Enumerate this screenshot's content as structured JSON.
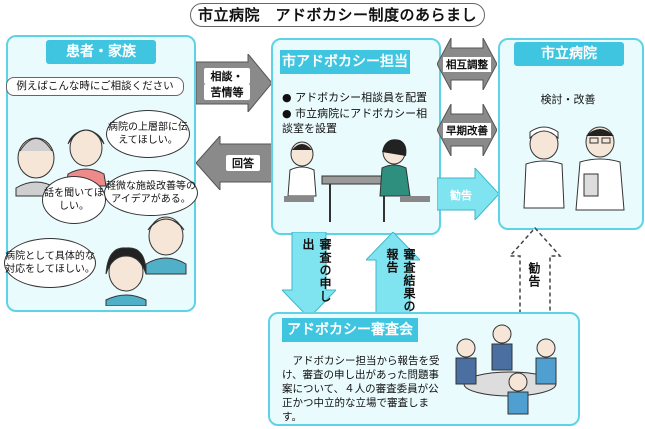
{
  "title": "市立病院　アドボカシー制度のあらまし",
  "patients": {
    "header": "患者・家族",
    "subheader": "例えばこんな時にご相談ください",
    "bubbles": [
      "病院の上層部に伝えてほしい。",
      "話を聞いてほしい。",
      "軽微な施設改善等のアイデアがある。",
      "病院として具体的な対応をしてほしい。"
    ]
  },
  "arrows": {
    "consult": [
      "相談・",
      "苦情等"
    ],
    "answer": "回答",
    "mutual": "相互調整",
    "early": "早期改善",
    "advice1": "勧告",
    "request": "審査の申し出",
    "report": "審査結果の報告",
    "advice2": "勧告"
  },
  "advocacy": {
    "header": "市アドボカシー担当",
    "bullets": [
      "アドボカシー相談員を配置",
      "市立病院にアドボカシー相談室を設置"
    ]
  },
  "hospital": {
    "header": "市立病院",
    "text": "検討・改善"
  },
  "review": {
    "header": "アドボカシー審査会",
    "body": "アドボカシー担当から報告を受け、審査の申し出があった問題事案について、４人の審査委員が公正かつ中立的な立場で審査します。"
  },
  "colors": {
    "panel_border": "#5fd3e6",
    "panel_fill": "#eafbfd",
    "header": "#3fc5e0",
    "gray_arrow": "#8a8a8a",
    "cyan_arrow": "#7fe3f0"
  }
}
